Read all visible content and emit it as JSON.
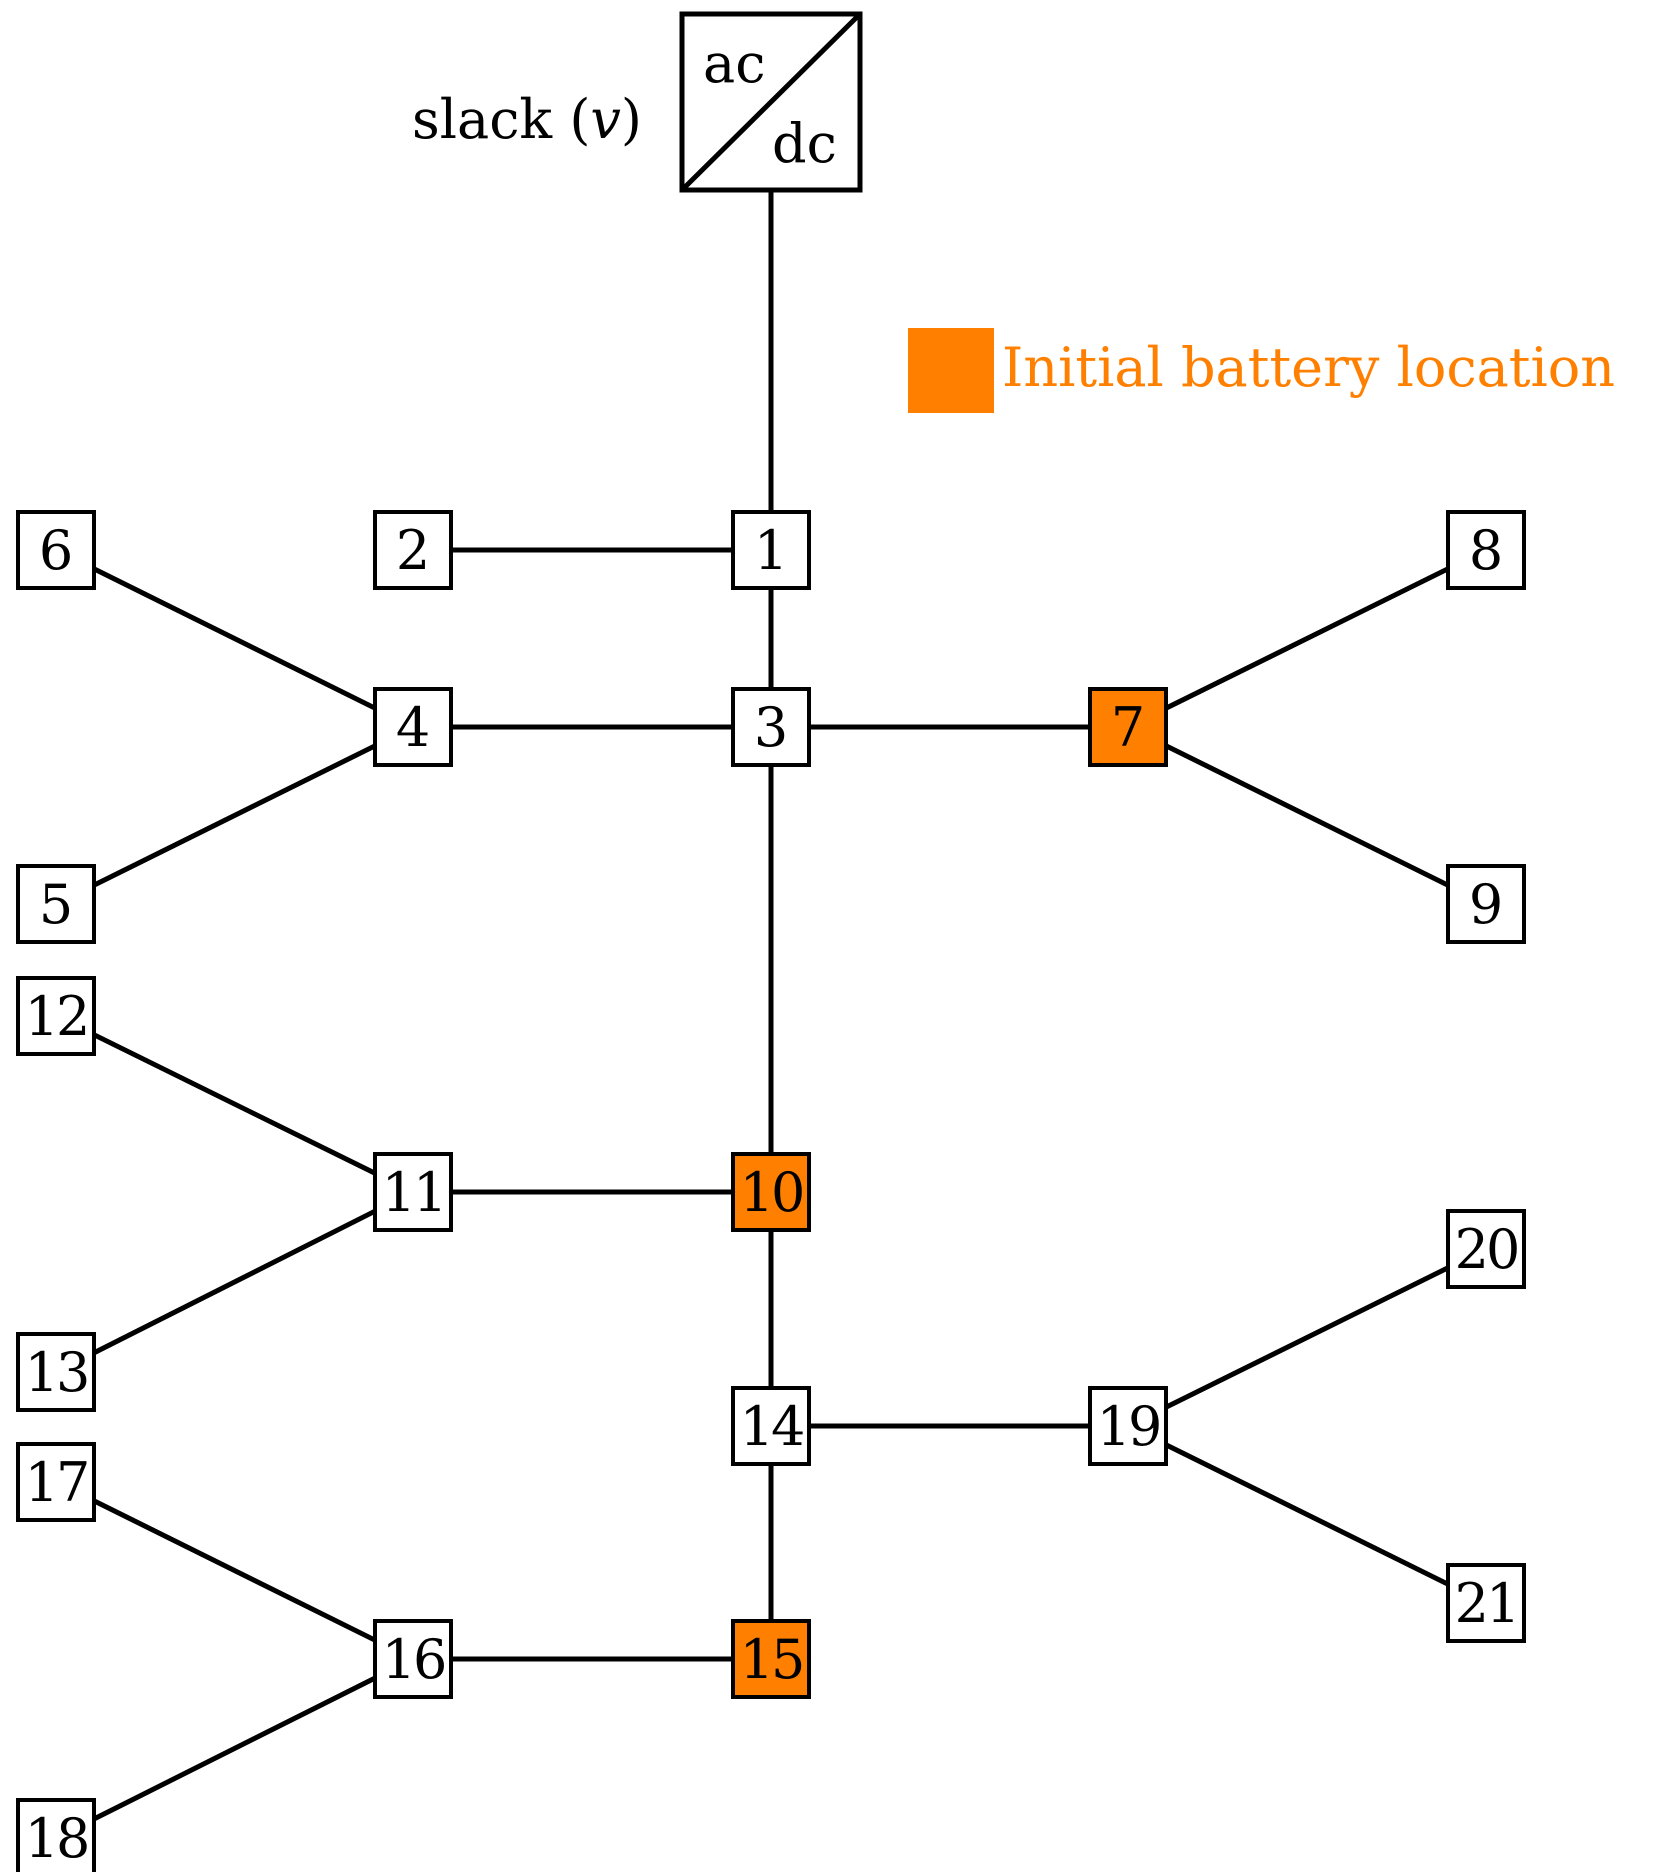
{
  "colors": {
    "battery": "#ff8000",
    "stroke": "#000000",
    "background": "#ffffff"
  },
  "converter": {
    "top_label": "ac",
    "bottom_label": "dc",
    "slack_word": "slack",
    "slack_symbol": "v"
  },
  "legend": {
    "label": "Initial battery location"
  },
  "nodes": [
    {
      "id": "1",
      "label": "1",
      "battery": false
    },
    {
      "id": "2",
      "label": "2",
      "battery": false
    },
    {
      "id": "3",
      "label": "3",
      "battery": false
    },
    {
      "id": "4",
      "label": "4",
      "battery": false
    },
    {
      "id": "5",
      "label": "5",
      "battery": false
    },
    {
      "id": "6",
      "label": "6",
      "battery": false
    },
    {
      "id": "7",
      "label": "7",
      "battery": true
    },
    {
      "id": "8",
      "label": "8",
      "battery": false
    },
    {
      "id": "9",
      "label": "9",
      "battery": false
    },
    {
      "id": "10",
      "label": "10",
      "battery": true
    },
    {
      "id": "11",
      "label": "11",
      "battery": false
    },
    {
      "id": "12",
      "label": "12",
      "battery": false
    },
    {
      "id": "13",
      "label": "13",
      "battery": false
    },
    {
      "id": "14",
      "label": "14",
      "battery": false
    },
    {
      "id": "15",
      "label": "15",
      "battery": true
    },
    {
      "id": "16",
      "label": "16",
      "battery": false
    },
    {
      "id": "17",
      "label": "17",
      "battery": false
    },
    {
      "id": "18",
      "label": "18",
      "battery": false
    },
    {
      "id": "19",
      "label": "19",
      "battery": false
    },
    {
      "id": "20",
      "label": "20",
      "battery": false
    },
    {
      "id": "21",
      "label": "21",
      "battery": false
    }
  ],
  "edges": [
    [
      "slack",
      "1"
    ],
    [
      "1",
      "2"
    ],
    [
      "1",
      "3"
    ],
    [
      "3",
      "4"
    ],
    [
      "4",
      "6"
    ],
    [
      "4",
      "5"
    ],
    [
      "3",
      "7"
    ],
    [
      "7",
      "8"
    ],
    [
      "7",
      "9"
    ],
    [
      "3",
      "10"
    ],
    [
      "10",
      "11"
    ],
    [
      "11",
      "12"
    ],
    [
      "11",
      "13"
    ],
    [
      "10",
      "14"
    ],
    [
      "14",
      "19"
    ],
    [
      "19",
      "20"
    ],
    [
      "19",
      "21"
    ],
    [
      "14",
      "15"
    ],
    [
      "15",
      "16"
    ],
    [
      "16",
      "17"
    ],
    [
      "16",
      "18"
    ]
  ]
}
